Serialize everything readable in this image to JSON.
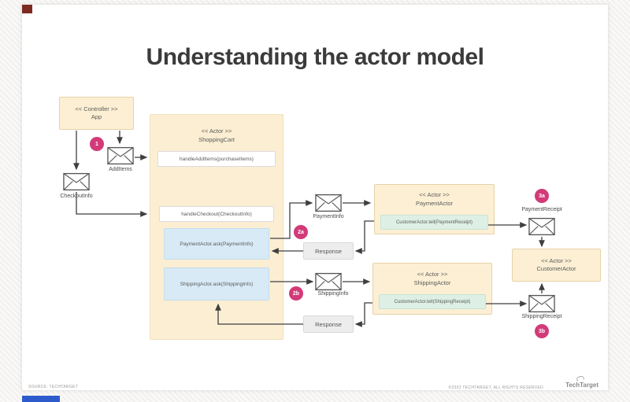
{
  "diagram": {
    "title": "Understanding the actor model",
    "nodes": {
      "controller": {
        "stereotype": "<< Controller >>",
        "name": "App"
      },
      "shopping_cart": {
        "stereotype": "<< Actor >>",
        "name": "ShoppingCart",
        "methods": [
          "handleAddItems(purchaseItems)",
          "handleCheckout(CheckoutInfo)"
        ],
        "calls": [
          "PaymentActor.ask(PaymentInfo)",
          "ShippingActor.ask(ShippingInfo)"
        ]
      },
      "payment_actor": {
        "stereotype": "<< Actor >>",
        "name": "PaymentActor",
        "call": "CustomerActor.tell(PaymentReceipt)"
      },
      "shipping_actor": {
        "stereotype": "<< Actor >>",
        "name": "ShippingActor",
        "call": "CustomerActor.tell(ShippingReceipt)"
      },
      "customer_actor": {
        "stereotype": "<< Actor >>",
        "name": "CustomerActor"
      }
    },
    "messages": {
      "add_items": "AddItems",
      "checkout_info": "CheckoutInfo",
      "payment_info": "PaymentInfo",
      "shipping_info": "ShippingInfo",
      "payment_receipt": "PaymentReceipt",
      "shipping_receipt": "ShippingReceipt",
      "response": "Response"
    },
    "steps": {
      "s1": "1",
      "s2a": "2a",
      "s2b": "2b",
      "s3a": "3a",
      "s3b": "3b"
    },
    "colors": {
      "accent_pink": "#d23a78",
      "beige_fill": "#fcefd4",
      "blue_fill": "#d8eaf6",
      "green_fill": "#def0e6",
      "gray_fill": "#ededed"
    }
  },
  "footer": {
    "source": "SOURCE: TECHTARGET",
    "copyright": "©2022 TECHTARGET, ALL RIGHTS RESERVED",
    "brand": "TechTarget"
  }
}
